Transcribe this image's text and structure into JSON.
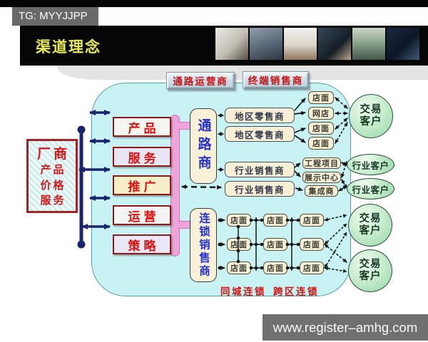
{
  "top_watermark": {
    "text": "TG: MYYJJPP"
  },
  "slide_header": {
    "title": "渠道理念"
  },
  "banners": {
    "channel_operator": "通路运营商",
    "terminal_seller": "终端销售商"
  },
  "manufacturer": {
    "title": "厂商",
    "items": [
      "产品",
      "价格",
      "服务"
    ]
  },
  "factors": [
    "产品",
    "服务",
    "推广",
    "运营",
    "策略"
  ],
  "channel_nodes": {
    "channel_trader": "通路商",
    "chain_seller": "连锁销售商"
  },
  "distributors": {
    "regional_retailer": "地区零售商",
    "industry_seller": "行业销售商"
  },
  "terminal_outlets": [
    "店面",
    "网店",
    "店面",
    "店面"
  ],
  "industry_terminals": [
    "工程项目",
    "展示中心",
    "集成商"
  ],
  "store": "店面",
  "customers": {
    "trade": "交易客户",
    "industry": "行业客户"
  },
  "chain_labels": {
    "same_city": "同城连锁",
    "cross_region": "跨区连锁"
  },
  "bottom_watermark": {
    "text": "www.register–amhg.com"
  },
  "colors": {
    "header_title_yellow": "#e9e960",
    "accent_red": "#cd1414",
    "factor_text_red": "#dd1010",
    "channel_blue": "#2531c8",
    "container_cyan": "#c9f2f4",
    "spine_pink": "#f0a2da",
    "ellipse_green": "#97d8a8",
    "box_cream": "#f8f0d6",
    "connector_navy": "#18246e",
    "watermark_gray": "#707070"
  }
}
